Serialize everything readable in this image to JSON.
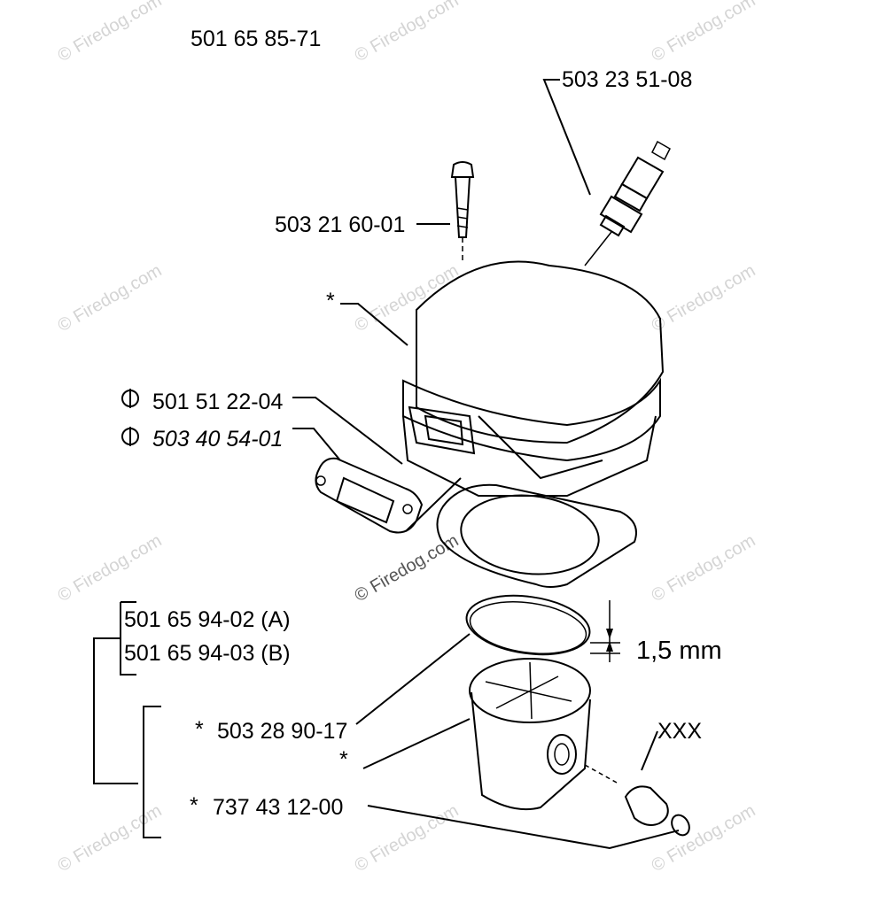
{
  "diagram": {
    "labels": {
      "assembly": "501 65 85-71",
      "spark_plug": "503 23 51-08",
      "bolt": "503 21 60-01",
      "cylinder_star": "*",
      "gasket_a": "501 51 22-04",
      "gasket_b": "503 40 54-01",
      "piston_a": "501 65 94-02 (A)",
      "piston_b": "501 65 94-03 (B)",
      "ring_star": "*",
      "ring": "503 28 90-17",
      "piston_star": "*",
      "circlip_star": "*",
      "circlip": "737 43 12-00",
      "ring_thickness": "1,5 mm",
      "wrist_pin": "XXX"
    },
    "watermark": "© Firedog.com"
  }
}
